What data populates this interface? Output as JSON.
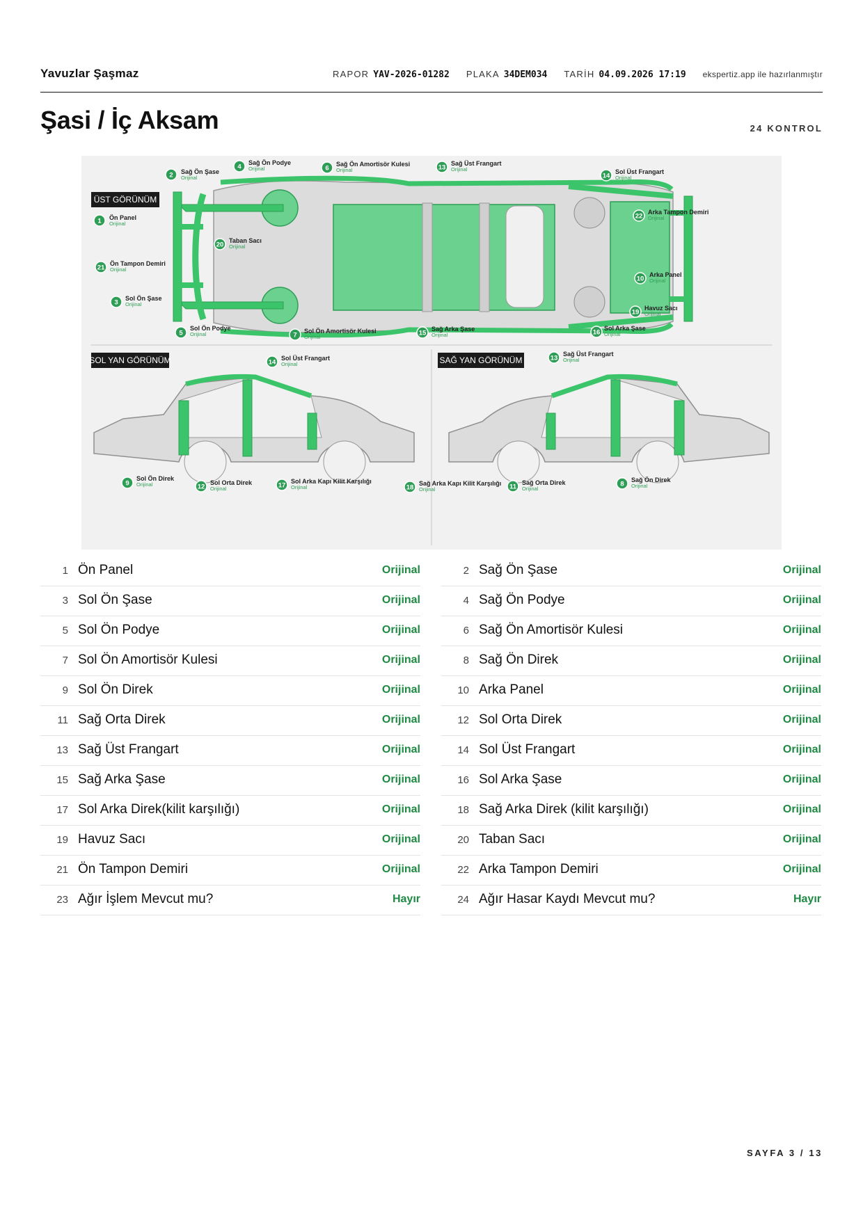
{
  "header": {
    "company": "Yavuzlar Şaşmaz",
    "report_label": "RAPOR",
    "report_value": "YAV-2026-01282",
    "plate_label": "PLAKA",
    "plate_value": "34DEM034",
    "date_label": "TARİH",
    "date_value": "04.09.2026 17:19",
    "credit": "ekspertiz.app ile hazırlanmıştır"
  },
  "page_title": "Şasi / İç Aksam",
  "control_count": "24 KONTROL",
  "diagram": {
    "view_top": "ÜST GÖRÜNÜM",
    "view_left": "SOL YAN GÖRÜNÜM",
    "view_right": "SAĞ YAN GÖRÜNÜM",
    "callouts": [
      {
        "num": "1",
        "name": "Ön Panel",
        "status": "Orijinal"
      },
      {
        "num": "2",
        "name": "Sağ Ön Şase",
        "status": "Orijinal"
      },
      {
        "num": "3",
        "name": "Sol Ön Şase",
        "status": "Orijinal"
      },
      {
        "num": "4",
        "name": "Sağ Ön Podye",
        "status": "Orijinal"
      },
      {
        "num": "5",
        "name": "Sol Ön Podye",
        "status": "Orijinal"
      },
      {
        "num": "6",
        "name": "Sağ Ön Amortisör Kulesi",
        "status": "Orijinal"
      },
      {
        "num": "7",
        "name": "Sol Ön Amortisör Kulesi",
        "status": "Orijinal"
      },
      {
        "num": "13",
        "name": "Sağ Üst Frangart",
        "status": "Orijinal"
      },
      {
        "num": "14",
        "name": "Sol Üst Frangart",
        "status": "Orijinal"
      },
      {
        "num": "15",
        "name": "Sağ Arka Şase",
        "status": "Orijinal"
      },
      {
        "num": "16",
        "name": "Sol Arka Şase",
        "status": "Orijinal"
      },
      {
        "num": "19",
        "name": "Havuz Sacı",
        "status": "Orijinal"
      },
      {
        "num": "10",
        "name": "Arka Panel",
        "status": "Orijinal"
      },
      {
        "num": "22",
        "name": "Arka Tampon Demiri",
        "status": "Orijinal"
      },
      {
        "num": "20",
        "name": "Taban Sacı",
        "status": "Orijinal"
      },
      {
        "num": "21",
        "name": "Ön Tampon Demiri",
        "status": "Orijinal"
      },
      {
        "num": "14",
        "name": "Sol Üst Frangart",
        "status": "Orijinal"
      },
      {
        "num": "9",
        "name": "Sol Ön Direk",
        "status": "Orijinal"
      },
      {
        "num": "12",
        "name": "Sol Orta Direk",
        "status": "Orijinal"
      },
      {
        "num": "17",
        "name": "Sol Arka Kapı Kilit Karşılığı",
        "status": "Orijinal"
      },
      {
        "num": "13",
        "name": "Sağ Üst Frangart",
        "status": "Orijinal"
      },
      {
        "num": "18",
        "name": "Sağ Arka Kapı Kilit Karşılığı",
        "status": "Orijinal"
      },
      {
        "num": "11",
        "name": "Sağ Orta Direk",
        "status": "Orijinal"
      },
      {
        "num": "8",
        "name": "Sağ Ön Direk",
        "status": "Orijinal"
      }
    ]
  },
  "table_left": [
    {
      "num": "1",
      "label": "Ön Panel",
      "value": "Orijinal"
    },
    {
      "num": "3",
      "label": "Sol Ön Şase",
      "value": "Orijinal"
    },
    {
      "num": "5",
      "label": "Sol Ön Podye",
      "value": "Orijinal"
    },
    {
      "num": "7",
      "label": "Sol Ön Amortisör Kulesi",
      "value": "Orijinal"
    },
    {
      "num": "9",
      "label": "Sol Ön Direk",
      "value": "Orijinal"
    },
    {
      "num": "11",
      "label": "Sağ Orta Direk",
      "value": "Orijinal"
    },
    {
      "num": "13",
      "label": "Sağ Üst Frangart",
      "value": "Orijinal"
    },
    {
      "num": "15",
      "label": "Sağ Arka Şase",
      "value": "Orijinal"
    },
    {
      "num": "17",
      "label": "Sol Arka Direk(kilit karşılığı)",
      "value": "Orijinal"
    },
    {
      "num": "19",
      "label": "Havuz Sacı",
      "value": "Orijinal"
    },
    {
      "num": "21",
      "label": "Ön Tampon Demiri",
      "value": "Orijinal"
    },
    {
      "num": "23",
      "label": "Ağır İşlem Mevcut mu?",
      "value": "Hayır"
    }
  ],
  "table_right": [
    {
      "num": "2",
      "label": "Sağ Ön Şase",
      "value": "Orijinal"
    },
    {
      "num": "4",
      "label": "Sağ Ön Podye",
      "value": "Orijinal"
    },
    {
      "num": "6",
      "label": "Sağ Ön Amortisör Kulesi",
      "value": "Orijinal"
    },
    {
      "num": "8",
      "label": "Sağ Ön Direk",
      "value": "Orijinal"
    },
    {
      "num": "10",
      "label": "Arka Panel",
      "value": "Orijinal"
    },
    {
      "num": "12",
      "label": "Sol Orta Direk",
      "value": "Orijinal"
    },
    {
      "num": "14",
      "label": "Sol Üst Frangart",
      "value": "Orijinal"
    },
    {
      "num": "16",
      "label": "Sol Arka Şase",
      "value": "Orijinal"
    },
    {
      "num": "18",
      "label": "Sağ Arka Direk (kilit karşılığı)",
      "value": "Orijinal"
    },
    {
      "num": "20",
      "label": "Taban Sacı",
      "value": "Orijinal"
    },
    {
      "num": "22",
      "label": "Arka Tampon Demiri",
      "value": "Orijinal"
    },
    {
      "num": "24",
      "label": "Ağır Hasar Kaydı Mevcut mu?",
      "value": "Hayır"
    }
  ],
  "footer": "SAYFA 3 / 13",
  "colors": {
    "original": "#1f8a44",
    "part_highlight": "#3cc46a",
    "text": "#111111"
  }
}
